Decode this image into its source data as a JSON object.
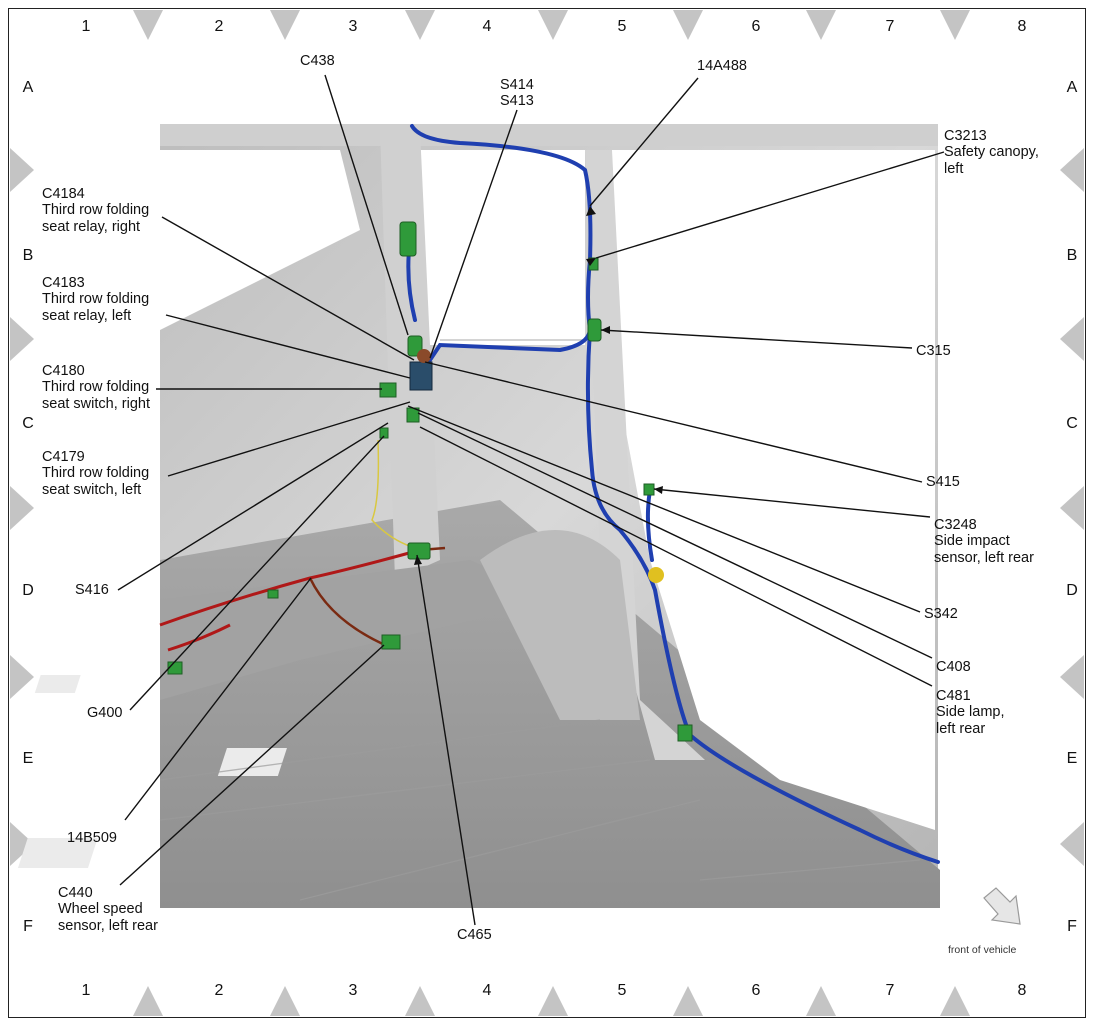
{
  "grid": {
    "columns": [
      "1",
      "2",
      "3",
      "4",
      "5",
      "6",
      "7",
      "8"
    ],
    "rows": [
      "A",
      "B",
      "C",
      "D",
      "E",
      "F"
    ]
  },
  "labels": {
    "c438": [
      "C438"
    ],
    "s414_s413": [
      "S414",
      "S413"
    ],
    "c14a488": [
      "14A488"
    ],
    "c3213": [
      "C3213",
      "Safety canopy,",
      "left"
    ],
    "c4184": [
      "C4184",
      "Third row folding",
      "seat relay, right"
    ],
    "c4183": [
      "C4183",
      "Third row folding",
      "seat relay, left"
    ],
    "c315": [
      "C315"
    ],
    "c4180": [
      "C4180",
      "Third row folding",
      "seat switch, right"
    ],
    "c4179": [
      "C4179",
      "Third row folding",
      "seat switch, left"
    ],
    "s415": [
      "S415"
    ],
    "c3248": [
      "C3248",
      "Side impact",
      "sensor, left rear"
    ],
    "s416": [
      "S416"
    ],
    "s342": [
      "S342"
    ],
    "c408": [
      "C408"
    ],
    "c481": [
      "C481",
      "Side lamp,",
      "left rear"
    ],
    "g400": [
      "G400"
    ],
    "c14b509": [
      "14B509"
    ],
    "c440": [
      "C440",
      "Wheel speed",
      "sensor, left rear"
    ],
    "c465": [
      "C465"
    ]
  },
  "front_of_vehicle": "front of vehicle",
  "colors": {
    "harness_blue": "#1f3fb0",
    "harness_red": "#b01818",
    "harness_brown": "#7a2a12",
    "connector_green": "#2f9a3a",
    "body_gray": "#c8c8c8",
    "border_diamond": "#c4c4c4"
  }
}
